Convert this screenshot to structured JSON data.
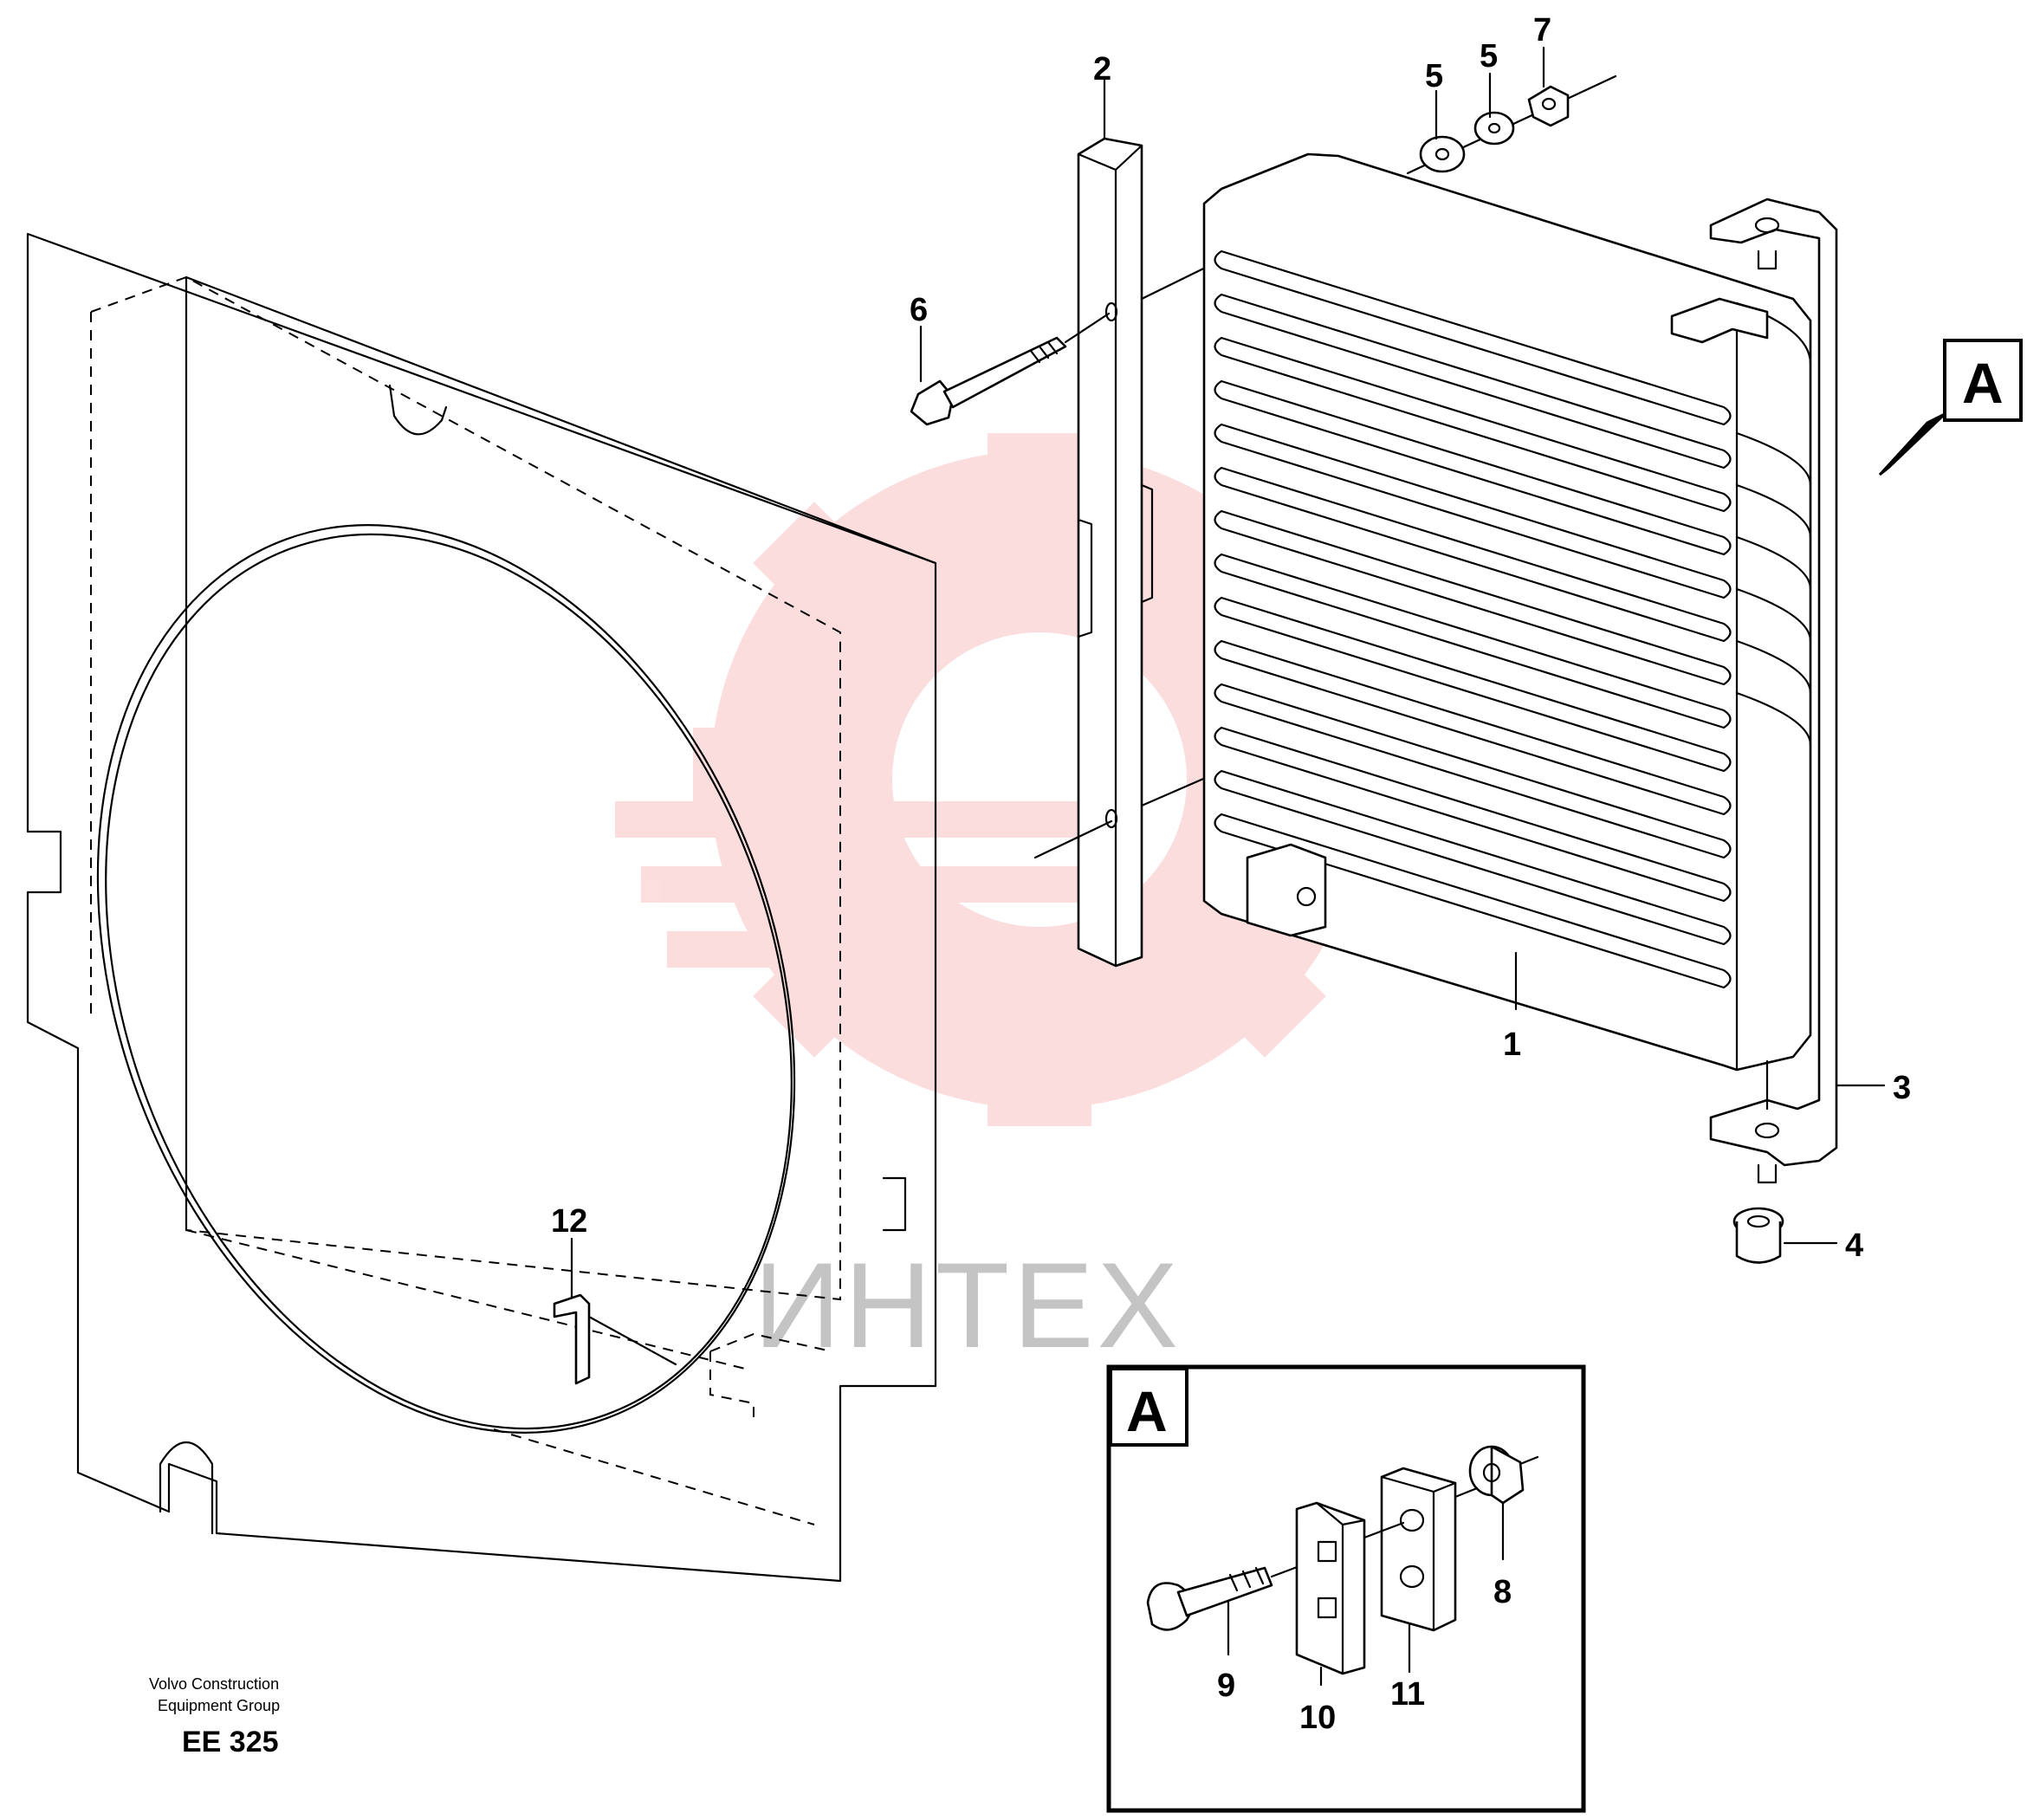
{
  "callouts": {
    "c1": "1",
    "c2": "2",
    "c3": "3",
    "c4": "4",
    "c5a": "5",
    "c5b": "5",
    "c6": "6",
    "c7": "7",
    "c8": "8",
    "c9": "9",
    "c10": "10",
    "c11": "11",
    "c12": "12"
  },
  "view_marker": {
    "label": "A"
  },
  "detail_view": {
    "label": "A"
  },
  "watermark": {
    "text": "ИНТЕХ",
    "color": "#e8202a"
  },
  "footer": {
    "line1": "Volvo Construction",
    "line2": "Equipment Group",
    "code": "EE 325"
  }
}
